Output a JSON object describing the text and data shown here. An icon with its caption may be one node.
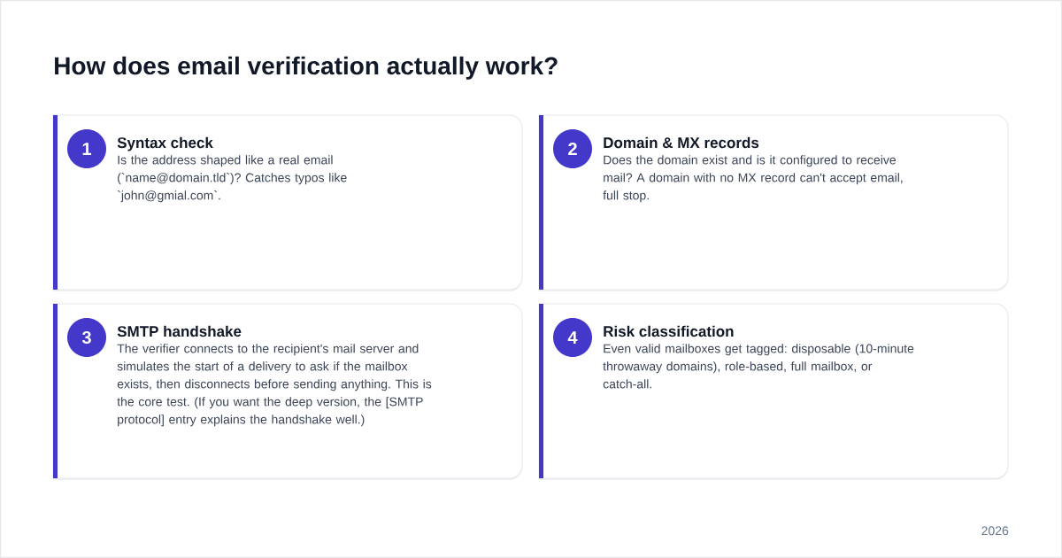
{
  "diagram": {
    "title": "How does email verification actually work?",
    "nodes": [
      {
        "text": [
          "Syntax check",
          "Is the address shaped like a real email (`name@domain.tld`)? Catches typos like `john@gmial.com`."
        ]
      },
      {
        "text": [
          "1"
        ],
        "in": 0
      },
      {
        "text": [
          "Domain & MX records",
          "Does the domain exist and is it configured to receive mail? A domain with no MX record can't accept email, full stop."
        ]
      },
      {
        "text": [
          "2"
        ],
        "in": 2
      },
      {
        "text": [
          "SMTP handshake",
          "The verifier connects to the recipient's mail server and simulates the start of a delivery to ask if the mailbox exists, then disconnects before sending anything. This is the core test. (If you want the deep version, the [SMTP protocol] entry explains the handshake well.)"
        ]
      },
      {
        "text": [
          "3"
        ],
        "in": 4
      },
      {
        "text": [
          "Risk classification",
          "Even valid mailboxes get tagged: disposable (10-minute throwaway domains), role-based, full mailbox, or catch-all."
        ]
      },
      {
        "text": [
          "4"
        ],
        "in": 6
      }
    ],
    "labels": [
      "2026"
    ]
  }
}
